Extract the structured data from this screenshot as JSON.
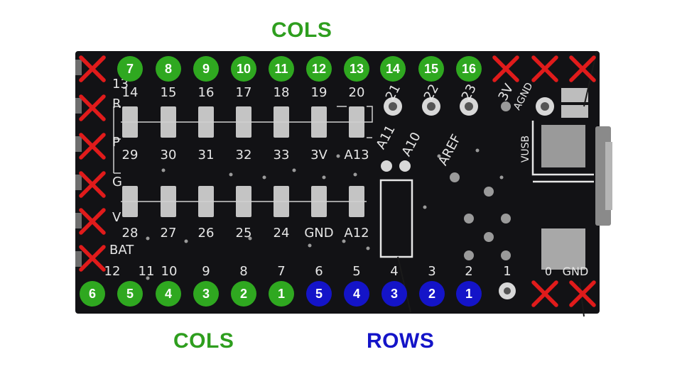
{
  "labels": {
    "cols_top": "COLS",
    "cols_bottom": "COLS",
    "rows": "ROWS"
  },
  "colors": {
    "board": "#121215",
    "col_marker": "#2fa820",
    "row_marker": "#1414c8",
    "unused_mark": "#e01b1b",
    "silk": "#e6e6e6"
  },
  "top_edge": {
    "silk_numbers": [
      "14",
      "15",
      "16",
      "17",
      "18",
      "19",
      "20",
      "21",
      "22",
      "23",
      "3V"
    ],
    "markers": [
      {
        "kind": "unused"
      },
      {
        "kind": "col",
        "label": "7"
      },
      {
        "kind": "col",
        "label": "8"
      },
      {
        "kind": "col",
        "label": "9"
      },
      {
        "kind": "col",
        "label": "10"
      },
      {
        "kind": "col",
        "label": "11"
      },
      {
        "kind": "col",
        "label": "12"
      },
      {
        "kind": "col",
        "label": "13"
      },
      {
        "kind": "col",
        "label": "14"
      },
      {
        "kind": "col",
        "label": "15"
      },
      {
        "kind": "col",
        "label": "16"
      },
      {
        "kind": "unused"
      },
      {
        "kind": "unused"
      },
      {
        "kind": "unused"
      }
    ]
  },
  "bottom_edge": {
    "silk_numbers": [
      "12",
      "11",
      "10",
      "9",
      "8",
      "7",
      "6",
      "5",
      "4",
      "3",
      "2",
      "1",
      "0",
      "GND"
    ],
    "markers": [
      {
        "kind": "col",
        "label": "6"
      },
      {
        "kind": "col",
        "label": "5"
      },
      {
        "kind": "col",
        "label": "4"
      },
      {
        "kind": "col",
        "label": "3"
      },
      {
        "kind": "col",
        "label": "2"
      },
      {
        "kind": "col",
        "label": "1"
      },
      {
        "kind": "row",
        "label": "5"
      },
      {
        "kind": "row",
        "label": "4"
      },
      {
        "kind": "row",
        "label": "3"
      },
      {
        "kind": "row",
        "label": "2"
      },
      {
        "kind": "row",
        "label": "1"
      },
      {
        "kind": "none"
      },
      {
        "kind": "unused"
      },
      {
        "kind": "unused"
      }
    ]
  },
  "left_edge": {
    "silk_labels": [
      "13",
      "R",
      "P",
      "G",
      "V",
      "BAT"
    ],
    "markers": [
      "unused",
      "unused",
      "unused",
      "unused",
      "unused",
      "unused"
    ]
  },
  "pad_labels_upper": [
    "29",
    "30",
    "31",
    "32",
    "33",
    "3V",
    "A13"
  ],
  "pad_labels_lower": [
    "28",
    "27",
    "26",
    "25",
    "24",
    "GND",
    "A12"
  ],
  "analog_labels": [
    "A11",
    "A10",
    "AREF"
  ],
  "right_labels": [
    "AGND",
    "VUSB"
  ]
}
